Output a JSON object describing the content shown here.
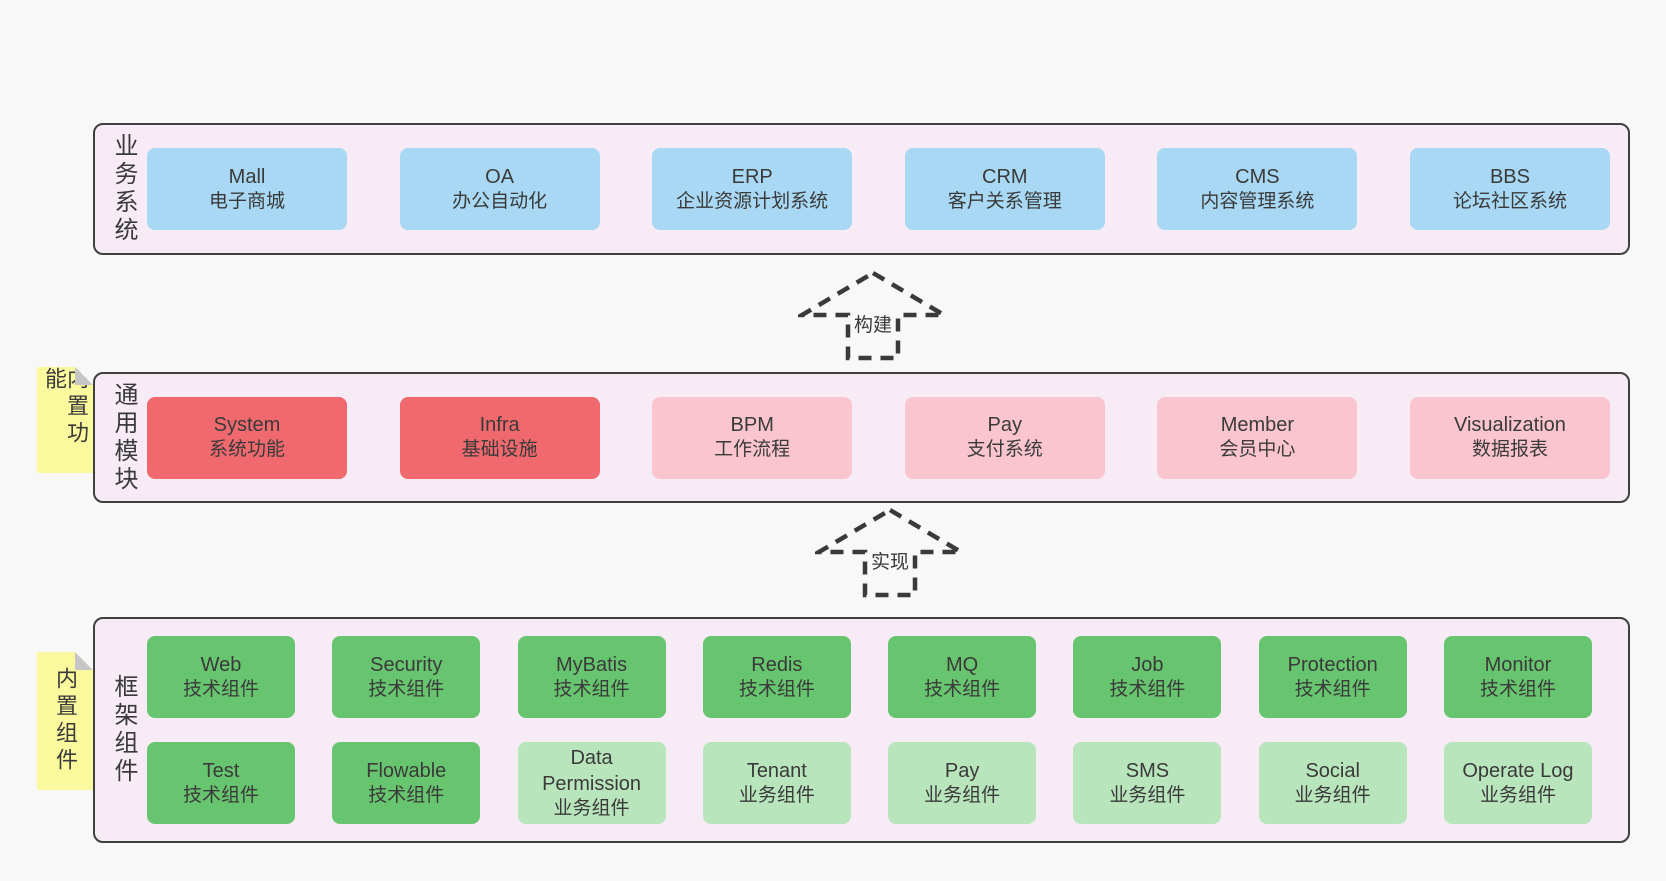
{
  "colors": {
    "page_background": "#f8f8f8",
    "band_fill": "#f7ecf5",
    "band_border": "#404040",
    "box_blue": "#a8d8f3",
    "box_red": "#f0696e",
    "box_pink": "#fac5ce",
    "box_green": "#68c56f",
    "box_light_green": "#b9e5bd",
    "note_yellow": "#fbf99e",
    "note_fold_gray": "#c6c6c6",
    "text": "#3a3a3a"
  },
  "arrows": [
    {
      "label": "构建"
    },
    {
      "label": "实现"
    }
  ],
  "bands": [
    {
      "label": "业务系统",
      "boxes": [
        {
          "title": "Mall",
          "subtitle": "电子商城"
        },
        {
          "title": "OA",
          "subtitle": "办公自动化"
        },
        {
          "title": "ERP",
          "subtitle": "企业资源计划系统"
        },
        {
          "title": "CRM",
          "subtitle": "客户关系管理"
        },
        {
          "title": "CMS",
          "subtitle": "内容管理系统"
        },
        {
          "title": "BBS",
          "subtitle": "论坛社区系统"
        }
      ]
    },
    {
      "label": "通用模块",
      "note": "内置功能",
      "boxes": [
        {
          "title": "System",
          "subtitle": "系统功能"
        },
        {
          "title": "Infra",
          "subtitle": "基础设施"
        },
        {
          "title": "BPM",
          "subtitle": "工作流程"
        },
        {
          "title": "Pay",
          "subtitle": "支付系统"
        },
        {
          "title": "Member",
          "subtitle": "会员中心"
        },
        {
          "title": "Visualization",
          "subtitle": "数据报表"
        }
      ]
    },
    {
      "label": "框架组件",
      "note": "内置组件",
      "rows": [
        [
          {
            "title": "Web",
            "subtitle": "技术组件"
          },
          {
            "title": "Security",
            "subtitle": "技术组件"
          },
          {
            "title": "MyBatis",
            "subtitle": "技术组件"
          },
          {
            "title": "Redis",
            "subtitle": "技术组件"
          },
          {
            "title": "MQ",
            "subtitle": "技术组件"
          },
          {
            "title": "Job",
            "subtitle": "技术组件"
          },
          {
            "title": "Protection",
            "subtitle": "技术组件"
          },
          {
            "title": "Monitor",
            "subtitle": "技术组件"
          }
        ],
        [
          {
            "title": "Test",
            "subtitle": "技术组件"
          },
          {
            "title": "Flowable",
            "subtitle": "技术组件"
          },
          {
            "title": "Data Permission",
            "subtitle": "业务组件"
          },
          {
            "title": "Tenant",
            "subtitle": "业务组件"
          },
          {
            "title": "Pay",
            "subtitle": "业务组件"
          },
          {
            "title": "SMS",
            "subtitle": "业务组件"
          },
          {
            "title": "Social",
            "subtitle": "业务组件"
          },
          {
            "title": "Operate Log",
            "subtitle": "业务组件"
          }
        ]
      ]
    }
  ]
}
